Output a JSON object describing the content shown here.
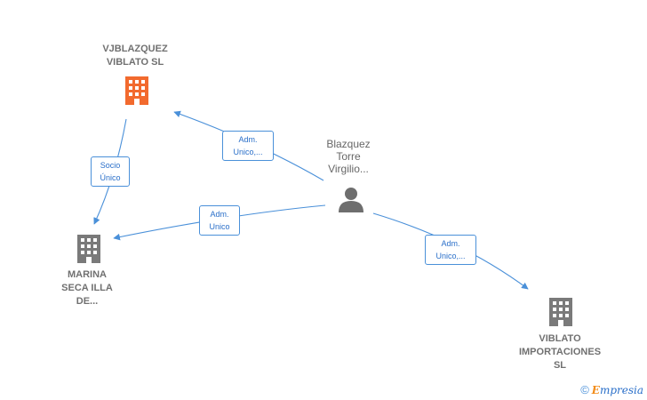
{
  "nodes": {
    "vjblazquez": {
      "line1": "VJBLAZQUEZ",
      "line2": "VIBLATO  SL",
      "color": "#f26a2e",
      "icon": "building-icon"
    },
    "marina": {
      "line1": "MARINA",
      "line2": "SECA ILLA",
      "line3": "DE...",
      "color": "#7a7a7a",
      "icon": "building-icon"
    },
    "viblato_imp": {
      "line1": "VIBLATO",
      "line2": "IMPORTACIONES",
      "line3": "SL",
      "color": "#7a7a7a",
      "icon": "building-icon"
    },
    "blazquez": {
      "line1": "Blazquez",
      "line2": "Torre",
      "line3": "Virgilio...",
      "color": "#6e6e6e",
      "icon": "person-icon"
    }
  },
  "edges": {
    "socio_unico": {
      "line1": "Socio",
      "line2": "Único"
    },
    "adm_vjb": {
      "line1": "Adm.",
      "line2": "Unico,..."
    },
    "adm_marina": {
      "line1": "Adm.",
      "line2": "Unico"
    },
    "adm_viblato": {
      "line1": "Adm.",
      "line2": "Unico,..."
    }
  },
  "colors": {
    "edge": "#4a90d9",
    "edge_text": "#2a6fc9"
  },
  "footer": {
    "copyright": "©",
    "brand_first": "E",
    "brand_rest": "mpresia"
  }
}
